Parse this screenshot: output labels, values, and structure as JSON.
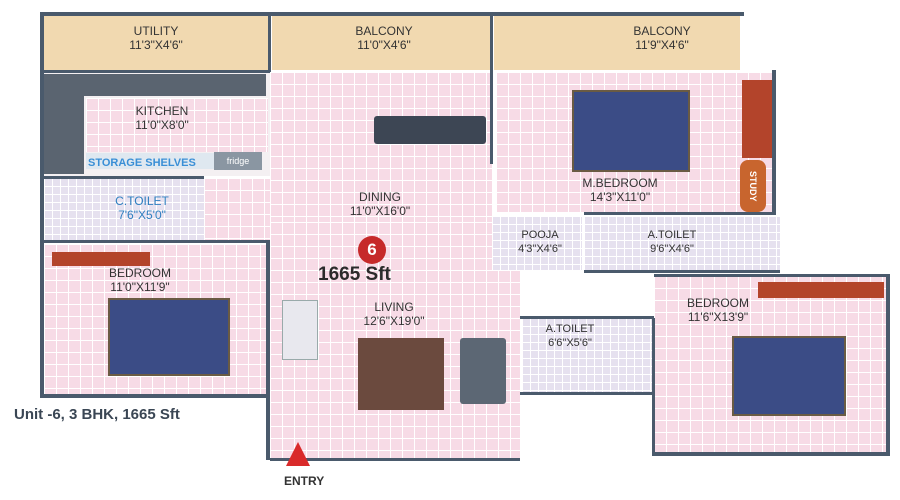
{
  "rooms": {
    "utility": {
      "name": "UTILITY",
      "size": "11'3\"X4'6\""
    },
    "balcony1": {
      "name": "BALCONY",
      "size": "11'0\"X4'6\""
    },
    "balcony2": {
      "name": "BALCONY",
      "size": "11'9\"X4'6\""
    },
    "kitchen": {
      "name": "KITCHEN",
      "size": "11'0\"X8'0\""
    },
    "storage": {
      "name": "STORAGE SHELVES"
    },
    "fridge": {
      "name": "fridge"
    },
    "dining": {
      "name": "DINING",
      "size": "11'0\"X16'0\""
    },
    "master_bedroom": {
      "name": "M.BEDROOM",
      "size": "14'3\"X11'0\""
    },
    "study": {
      "name": "STUDY"
    },
    "common_toilet": {
      "name": "C.TOILET",
      "size": "7'6\"X5'0\""
    },
    "pooja": {
      "name": "POOJA",
      "size": "4'3\"X4'6\""
    },
    "attached_toilet1": {
      "name": "A.TOILET",
      "size": "9'6\"X4'6\""
    },
    "bedroom_left": {
      "name": "BEDROOM",
      "size": "11'0\"X11'9\""
    },
    "living": {
      "name": "LIVING",
      "size": "12'6\"X19'0\""
    },
    "bedroom_right": {
      "name": "BEDROOM",
      "size": "11'6\"X13'9\""
    },
    "attached_toilet2": {
      "name": "A.TOILET",
      "size": "6'6\"X5'6\""
    }
  },
  "unit": {
    "number": "6",
    "area": "1665 Sft"
  },
  "caption": "Unit -6, 3 BHK, 1665 Sft",
  "entry": "ENTRY",
  "colors": {
    "floor": "#f7dbe6",
    "balcony": "#f1d9b0",
    "wall": "#4a5a6c",
    "badge": "#c62a2a",
    "toilet": "#e6e1ef"
  }
}
